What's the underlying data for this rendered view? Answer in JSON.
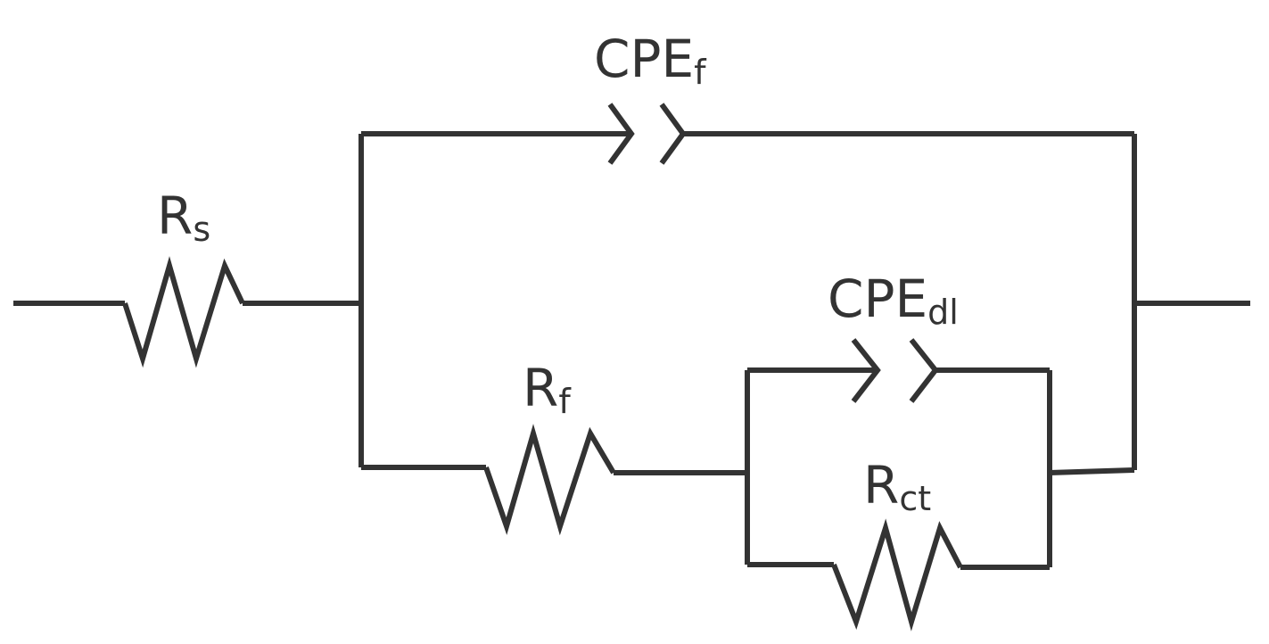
{
  "diagram": {
    "type": "equivalent-circuit",
    "colors": {
      "line": "#333333",
      "background": "#ffffff"
    },
    "components": {
      "rs": {
        "label": "R",
        "subscript": "s",
        "kind": "resistor"
      },
      "cpe_f": {
        "label": "CPE",
        "subscript": "f",
        "kind": "constant-phase-element"
      },
      "r_f": {
        "label": "R",
        "subscript": "f",
        "kind": "resistor"
      },
      "cpe_dl": {
        "label": "CPE",
        "subscript": "dl",
        "kind": "constant-phase-element"
      },
      "r_ct": {
        "label": "R",
        "subscript": "ct",
        "kind": "resistor"
      }
    }
  }
}
